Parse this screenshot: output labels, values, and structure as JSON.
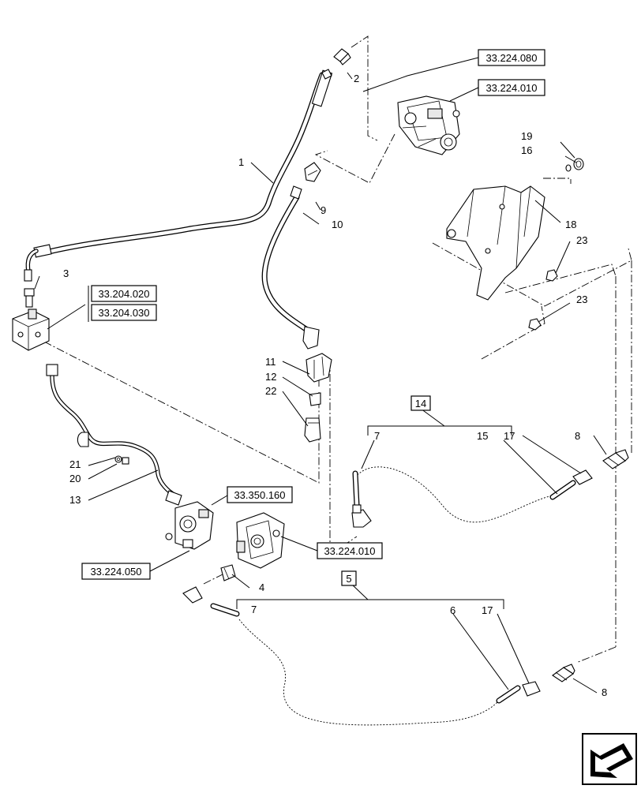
{
  "callouts": {
    "c1": "1",
    "c2": "2",
    "c3": "3",
    "c4": "4",
    "c5": "5",
    "c6": "6",
    "c7a": "7",
    "c7b": "7",
    "c8a": "8",
    "c8b": "8",
    "c9": "9",
    "c10": "10",
    "c11": "11",
    "c12": "12",
    "c13": "13",
    "c14": "14",
    "c15": "15",
    "c16": "16",
    "c17a": "17",
    "c17b": "17",
    "c18": "18",
    "c19": "19",
    "c20": "20",
    "c21": "21",
    "c22": "22",
    "c23a": "23",
    "c23b": "23"
  },
  "references": {
    "r_224_080": "33.224.080",
    "r_224_010_top": "33.224.010",
    "r_204_020": "33.204.020",
    "r_204_030": "33.204.030",
    "r_350_160": "33.350.160",
    "r_224_010_mid": "33.224.010",
    "r_224_050": "33.224.050"
  },
  "icons": {
    "nav": "previous-page-arrow-icon"
  }
}
